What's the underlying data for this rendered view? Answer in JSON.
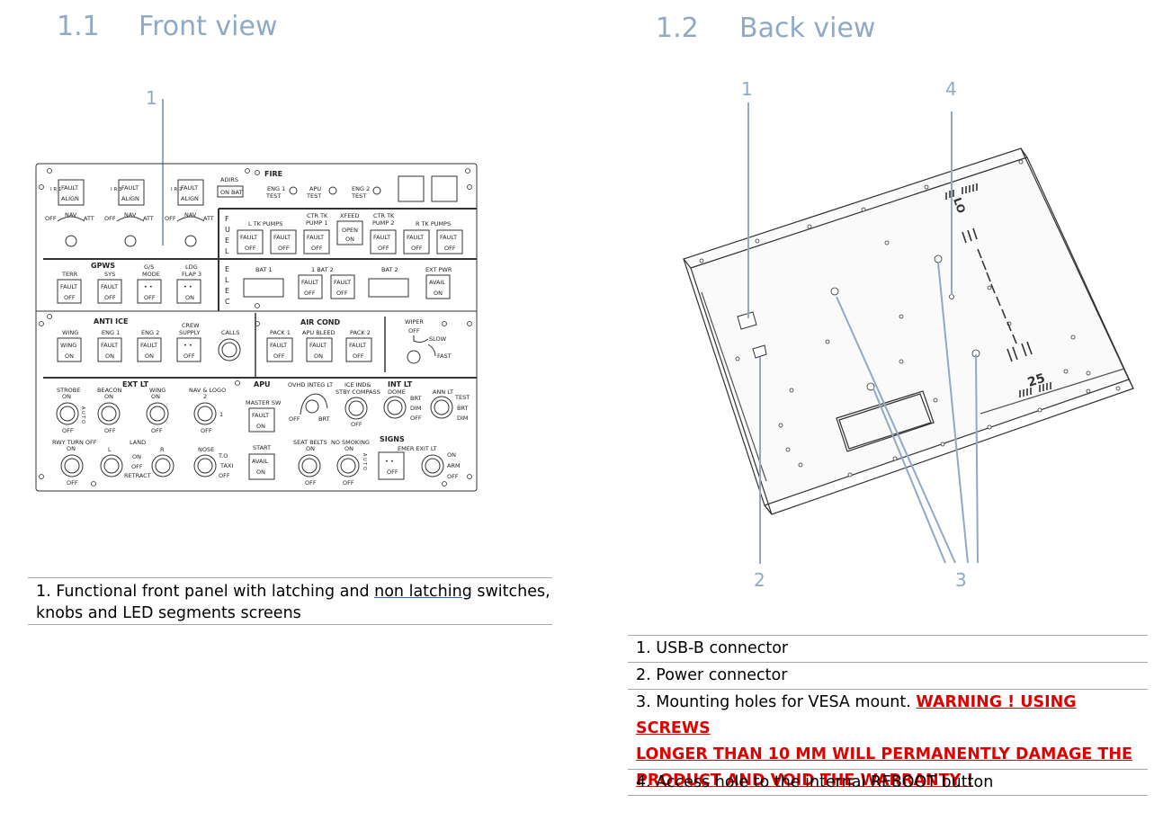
{
  "front": {
    "number": "1.1",
    "title": "Front view",
    "callout": "1",
    "desc_before": "1. Functional front panel with latching and ",
    "desc_link": "non latching",
    "desc_after": " switches,",
    "desc_line2": "knobs and LED segments screens"
  },
  "back": {
    "number": "1.2",
    "title": "Back view",
    "callouts": [
      "1",
      "4",
      "2",
      "3"
    ],
    "plate_top": "LO",
    "plate_bottom": "25",
    "items": [
      "1. USB-B connector",
      "2. Power connector",
      "3. Mounting holes for VESA mount. ",
      "4. Access hole to the internal REBOOT button"
    ],
    "warning_lines": [
      "WARNING ! USING SCREWS",
      "LONGER THAN 10 MM WILL PERMANENTLY DAMAGE THE",
      "PRODUCT AND VOID THE WARRANTY !"
    ]
  },
  "panel": {
    "adirs": {
      "title": "ADIRS",
      "onbat": "ON BAT",
      "ir": [
        "I R 1",
        "I R 3",
        "I R 2"
      ],
      "fault": "FAULT",
      "align": "ALIGN",
      "off": "OFF",
      "nav": "NAV",
      "att": "ATT"
    },
    "fire": {
      "title": "FIRE",
      "eng1": "ENG 1",
      "apu": "APU",
      "eng2": "ENG 2",
      "test": "TEST"
    },
    "fuel": {
      "side": "F U E L",
      "ltk": "L TK PUMPS",
      "ctr1a": "CTR TK",
      "ctr1b": "PUMP 1",
      "xfeed": "XFEED",
      "ctr2a": "CTR TK",
      "ctr2b": "PUMP 2",
      "rtk": "R TK PUMPS",
      "fault": "FAULT",
      "off": "OFF",
      "open": "OPEN",
      "on": "ON"
    },
    "gpws": {
      "title": "GPWS",
      "terr": "TERR",
      "sys": "SYS",
      "gs": "G/S",
      "mode": "MODE",
      "ldg": "LDG",
      "flap3": "FLAP 3",
      "fault": "FAULT",
      "off": "OFF",
      "on": "ON",
      "dots": "• •"
    },
    "elec": {
      "side": "E L E C",
      "bat1": "BAT 1",
      "bat12": "1  BAT  2",
      "bat2": "BAT 2",
      "extpwr": "EXT PWR",
      "fault": "FAULT",
      "off": "OFF",
      "avail": "AVAIL",
      "on": "ON"
    },
    "antiice": {
      "title": "ANTI ICE",
      "wing": "WING",
      "eng1": "ENG 1",
      "eng2": "ENG 2",
      "crew": "CREW",
      "supply": "SUPPLY",
      "calls": "CALLS",
      "fault": "FAULT",
      "on": "ON",
      "off": "OFF",
      "dots": "• •"
    },
    "aircond": {
      "title": "AIR COND",
      "pack1": "PACK 1",
      "apubleed": "APU BLEED",
      "pack2": "PACK 2",
      "fault": "FAULT",
      "off": "OFF",
      "on": "ON"
    },
    "wiper": {
      "title": "WIPER",
      "off": "OFF",
      "slow": "SLOW",
      "fast": "FAST"
    },
    "extlt": {
      "title": "EXT LT",
      "strobe": "STROBE",
      "on": "ON",
      "auto": "A U T O",
      "off": "OFF",
      "beacon": "BEACON",
      "wing": "WING",
      "navlogo": "NAV & LOGO",
      "two": "2",
      "one": "1",
      "rwy": "RWY TURN OFF",
      "land": "LAND",
      "l": "L",
      "r": "R",
      "retract": "RETRACT",
      "nose": "NOSE",
      "to": "T.O",
      "taxi": "TAXI"
    },
    "apu": {
      "title": "APU",
      "mastersw": "MASTER SW",
      "fault": "FAULT",
      "on": "ON",
      "start": "START",
      "avail": "AVAIL"
    },
    "misc": {
      "ovhd": "OVHD INTEG LT",
      "off": "OFF",
      "brt": "BRT",
      "iceind": "ICE IND&",
      "stby": "STBY COMPASS",
      "intlt": "INT LT",
      "dome": "DOME",
      "dim": "DIM",
      "annlt": "ANN LT",
      "test": "TEST",
      "seatbelts": "SEAT BELTS",
      "nosmoking": "NO SMOKING",
      "on": "ON",
      "auto": "A U T O",
      "signs": "SIGNS",
      "emer": "EMER EXIT LT",
      "arm": "ARM",
      "dots": "• •"
    }
  }
}
